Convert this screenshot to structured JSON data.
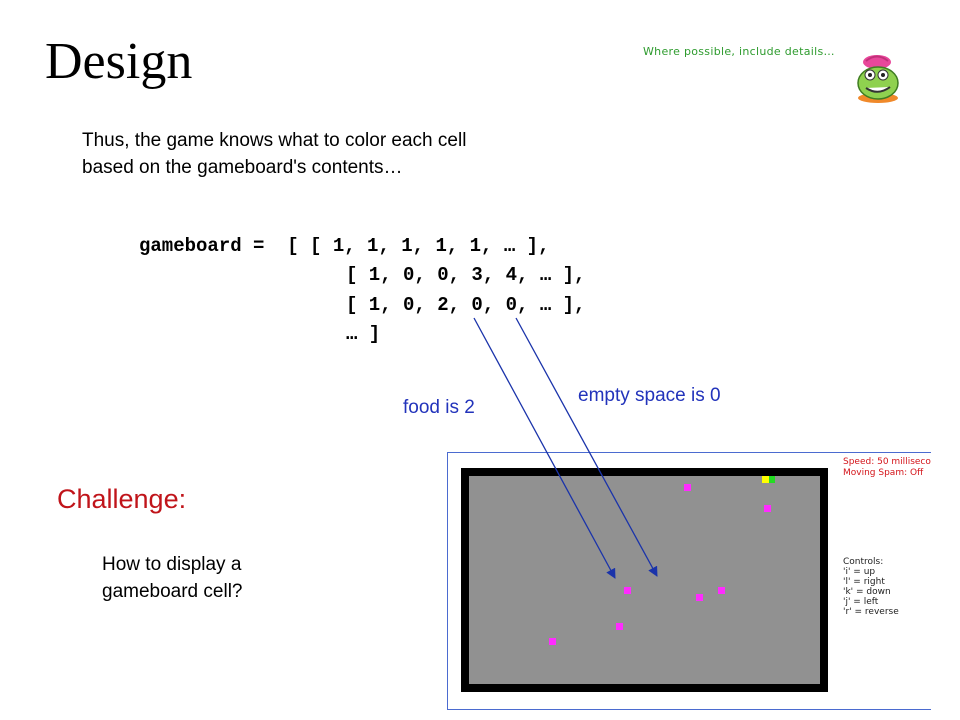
{
  "slide": {
    "title": "Design",
    "hint": "Where possible, include details…",
    "intro_line1": "Thus, the game knows what to color each cell",
    "intro_line2": "based on the gameboard's contents…",
    "code_lines": [
      "gameboard =  [ [ 1, 1, 1, 1, 1, … ],",
      "[ 1, 0, 0, 3, 4, … ],",
      "[ 1, 0, 2, 0, 0, … ],",
      "… ]"
    ],
    "food_label": "food is 2",
    "empty_label": "empty space is 0",
    "challenge": "Challenge:",
    "question_line1": "How to display a",
    "question_line2": "gameboard cell?"
  },
  "game": {
    "status_line1": "Speed: 50 milliseco",
    "status_line2": "Moving Spam: Off",
    "controls_title": "Controls:",
    "controls": [
      "'i' = up",
      "'l' = right",
      "'k' = down",
      "'j' = left",
      "'r' = reverse"
    ]
  },
  "colors": {
    "title_green": "#2e9b2e",
    "label_blue": "#2233bb",
    "challenge_red": "#c0141a",
    "board_gray": "#919191",
    "food_magenta": "#ff2bff",
    "snake_yellow": "#ffff00",
    "snake_green": "#22dd22"
  },
  "icons": {
    "mascot": "alien-mascot-icon"
  }
}
